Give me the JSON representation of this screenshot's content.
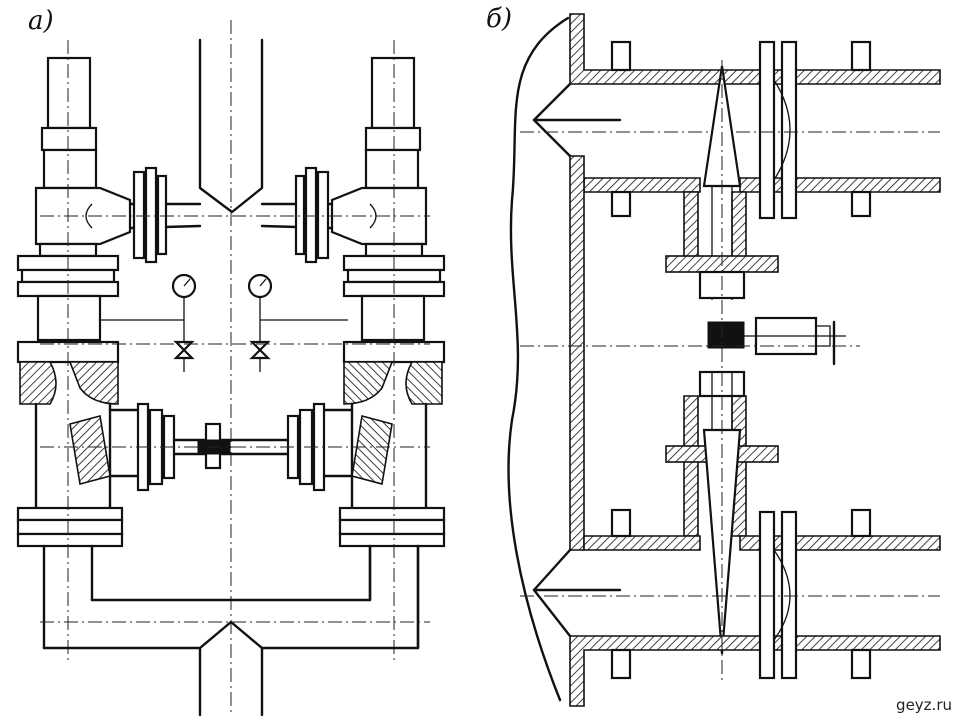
{
  "figure": {
    "panel_a_label": "а)",
    "panel_b_label": "б)",
    "watermark": "geyz.ru"
  }
}
